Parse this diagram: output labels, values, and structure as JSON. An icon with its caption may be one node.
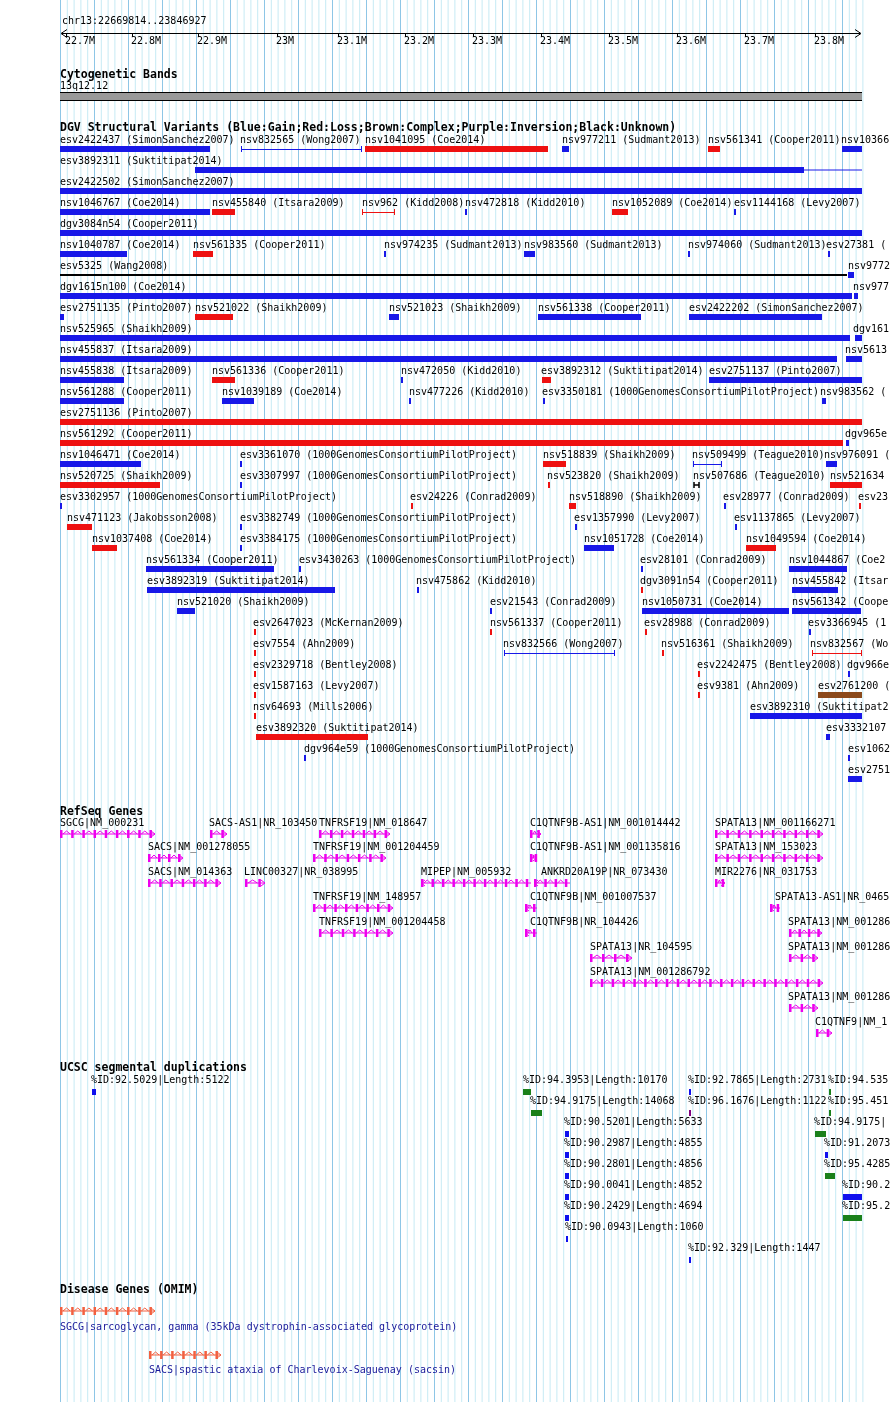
{
  "diagram": {
    "labels": [
      "chr13:22669814..23846927",
      "22.7M",
      "22.8M",
      "22.9M",
      "23M",
      "23.1M",
      "23.2M",
      "23.3M",
      "23.4M",
      "23.5M",
      "23.6M",
      "23.7M",
      "23.8M",
      "Cytogenetic Bands",
      "13q12.12",
      "DGV Structural Variants (Blue:Gain;Red:Loss;Brown:Complex;Purple:Inversion;Black:Unknown)",
      "esv2422437 (SimonSanchez2007)",
      "nsv832565 (Wong2007)",
      "nsv1041095 (Coe2014)",
      "nsv977211 (Sudmant2013)",
      "nsv561341 (Cooper2011)",
      "nsv10366",
      "esv3892311 (Suktitipat2014)",
      "esv2422502 (SimonSanchez2007)",
      "nsv1046767 (Coe2014)",
      "nsv455840 (Itsara2009)",
      "nsv962 (Kidd2008)",
      "nsv472818 (Kidd2010)",
      "nsv1052089 (Coe2014)",
      "esv1144168 (Levy2007)",
      "dgv3084n54 (Cooper2011)",
      "nsv1040787 (Coe2014)",
      "nsv561335 (Cooper2011)",
      "nsv974235 (Sudmant2013)",
      "nsv983560 (Sudmant2013)",
      "nsv974060 (Sudmant2013)",
      "esv27381 (",
      "esv5325 (Wang2008)",
      "nsv9772",
      "dgv1615n100 (Coe2014)",
      "nsv977",
      "esv2751135 (Pinto2007)",
      "nsv521022 (Shaikh2009)",
      "nsv521023 (Shaikh2009)",
      "nsv561338 (Cooper2011)",
      "esv2422202 (SimonSanchez2007)",
      "nsv525965 (Shaikh2009)",
      "dgv161",
      "nsv455837 (Itsara2009)",
      "nsv5613",
      "nsv455838 (Itsara2009)",
      "nsv561336 (Cooper2011)",
      "nsv472050 (Kidd2010)",
      "esv3892312 (Suktitipat2014)",
      "esv2751137 (Pinto2007)",
      "nsv561288 (Cooper2011)",
      "nsv1039189 (Coe2014)",
      "nsv477226 (Kidd2010)",
      "esv3350181 (1000GenomesConsortiumPilotProject)",
      "nsv983562 (",
      "esv2751136 (Pinto2007)",
      "nsv561292 (Cooper2011)",
      "dgv965e",
      "nsv1046471 (Coe2014)",
      "esv3361070 (1000GenomesConsortiumPilotProject)",
      "nsv518839 (Shaikh2009)",
      "nsv509499 (Teague2010)",
      "nsv976091 (",
      "nsv520725 (Shaikh2009)",
      "esv3307997 (1000GenomesConsortiumPilotProject)",
      "nsv523820 (Shaikh2009)",
      "nsv507686 (Teague2010)",
      "nsv521634",
      "esv3302957 (1000GenomesConsortiumPilotProject)",
      "esv24226 (Conrad2009)",
      "nsv518890 (Shaikh2009)",
      "esv28977 (Conrad2009)",
      "esv23",
      "nsv471123 (Jakobsson2008)",
      "esv3382749 (1000GenomesConsortiumPilotProject)",
      "esv1357990 (Levy2007)",
      "esv1137865 (Levy2007)",
      "nsv1037408 (Coe2014)",
      "esv3384175 (1000GenomesConsortiumPilotProject)",
      "nsv1051728 (Coe2014)",
      "nsv1049594 (Coe2014)",
      "nsv561334 (Cooper2011)",
      "esv3430263 (1000GenomesConsortiumPilotProject)",
      "esv28101 (Conrad2009)",
      "nsv1044867 (Coe2",
      "esv3892319 (Suktitipat2014)",
      "nsv475862 (Kidd2010)",
      "dgv3091n54 (Cooper2011)",
      "nsv455842 (Itsar",
      "nsv521020 (Shaikh2009)",
      "esv21543 (Conrad2009)",
      "nsv1050731 (Coe2014)",
      "nsv561342 (Coope",
      "esv2647023 (McKernan2009)",
      "nsv561337 (Cooper2011)",
      "esv28988 (Conrad2009)",
      "esv3366945 (1",
      "esv7554 (Ahn2009)",
      "nsv832566 (Wong2007)",
      "nsv516361 (Shaikh2009)",
      "nsv832567 (Wo",
      "esv2329718 (Bentley2008)",
      "esv2242475 (Bentley2008)",
      "dgv966e",
      "esv1587163 (Levy2007)",
      "esv9381 (Ahn2009)",
      "esv2761200 (",
      "nsv64693 (Mills2006)",
      "esv3892310 (Suktitipat2",
      "esv3892320 (Suktitipat2014)",
      "esv3332107",
      "dgv964e59 (1000GenomesConsortiumPilotProject)",
      "esv1062",
      "esv2751",
      "RefSeq Genes",
      "SGCG|NM_000231",
      "SACS-AS1|NR_103450",
      "TNFRSF19|NM_018647",
      "C1QTNF9B-AS1|NM_001014442",
      "SPATA13|NM_001166271",
      "SACS|NM_001278055",
      "TNFRSF19|NM_001204459",
      "C1QTNF9B-AS1|NM_001135816",
      "SPATA13|NM_153023",
      "SACS|NM_014363",
      "LINC00327|NR_038995",
      "MIPEP|NM_005932",
      "ANKRD20A19P|NR_073430",
      "MIR2276|NR_031753",
      "TNFRSF19|NM_148957",
      "C1QTNF9B|NM_001007537",
      "SPATA13-AS1|NR_0465",
      "TNFRSF19|NM_001204458",
      "C1QTNF9B|NR_104426",
      "SPATA13|NM_001286",
      "SPATA13|NR_104595",
      "SPATA13|NM_001286",
      "SPATA13|NM_001286792",
      "SPATA13|NM_001286",
      "C1QTNF9|NM_1",
      "UCSC segmental duplications",
      "%ID:92.5029|Length:5122",
      "%ID:94.3953|Length:10170",
      "%ID:92.7865|Length:2731",
      "%ID:94.535",
      "%ID:94.9175|Length:14068",
      "%ID:96.1676|Length:1122",
      "%ID:95.451",
      "%ID:90.5201|Length:5633",
      "%ID:94.9175|",
      "%ID:90.2987|Length:4855",
      "%ID:91.2073",
      "%ID:90.2801|Length:4856",
      "%ID:95.4285",
      "%ID:90.0041|Length:4852",
      "%ID:90.2",
      "%ID:90.2429|Length:4694",
      "%ID:95.2",
      "%ID:90.0943|Length:1060",
      "%ID:92.329|Length:1447",
      "Disease Genes (OMIM)",
      "SGCG|sarcoglycan, gamma (35kDa dystrophin-associated glycoprotein)",
      "SACS|spastic ataxia of Charlevoix-Saguenay (sacsin)"
    ]
  }
}
